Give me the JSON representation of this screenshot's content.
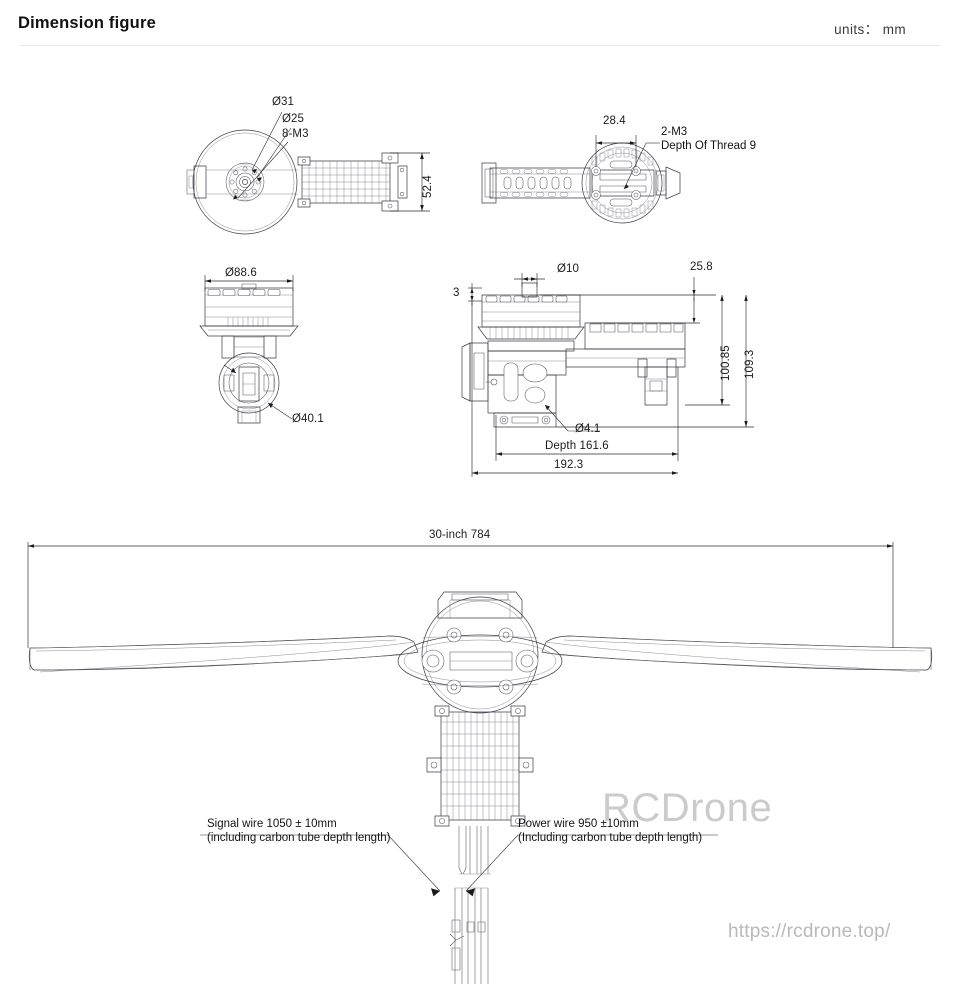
{
  "header": {
    "title": "Dimension figure",
    "units_label": "units： mm"
  },
  "watermark": {
    "brand": "RCDrone",
    "url": "https://rcdrone.top/"
  },
  "views": {
    "top_left": {
      "name": "motor-front-view",
      "callouts": [
        "Ø31",
        "Ø25",
        "8-M3"
      ],
      "height_dim": "52.4"
    },
    "top_right": {
      "name": "arm-top-view",
      "width_dim": "28.4",
      "thread_note_line1": "2-M3",
      "thread_note_line2": "Depth Of Thread 9"
    },
    "mid_left": {
      "name": "motor-side-view",
      "diameter_dim": "Ø88.6",
      "bore_dim": "Ø40.1"
    },
    "mid_right": {
      "name": "assembly-side-view",
      "shaft_dim": "Ø10",
      "plate_thickness_dim": "3",
      "offset_dim": "25.8",
      "hole_dim": "Ø4.1",
      "height_inner_dim": "100.85",
      "height_outer_dim": "109.3",
      "depth_dim": "Depth 161.6",
      "total_length_dim": "192.3"
    },
    "bottom": {
      "name": "propeller-assembly-view",
      "span_dim": "30-inch 784",
      "signal_wire_line1": "Signal wire 1050 ± 10mm",
      "signal_wire_line2": "(including carbon tube depth length)",
      "power_wire_line1": "Power wire 950 ±10mm",
      "power_wire_line2": "(Including carbon tube depth length)"
    }
  },
  "colors": {
    "line": "#3b3b48",
    "dimension": "#2a2a2a",
    "watermark": "#cbcbcb",
    "rule": "#e9e9e9",
    "background": "#ffffff"
  }
}
